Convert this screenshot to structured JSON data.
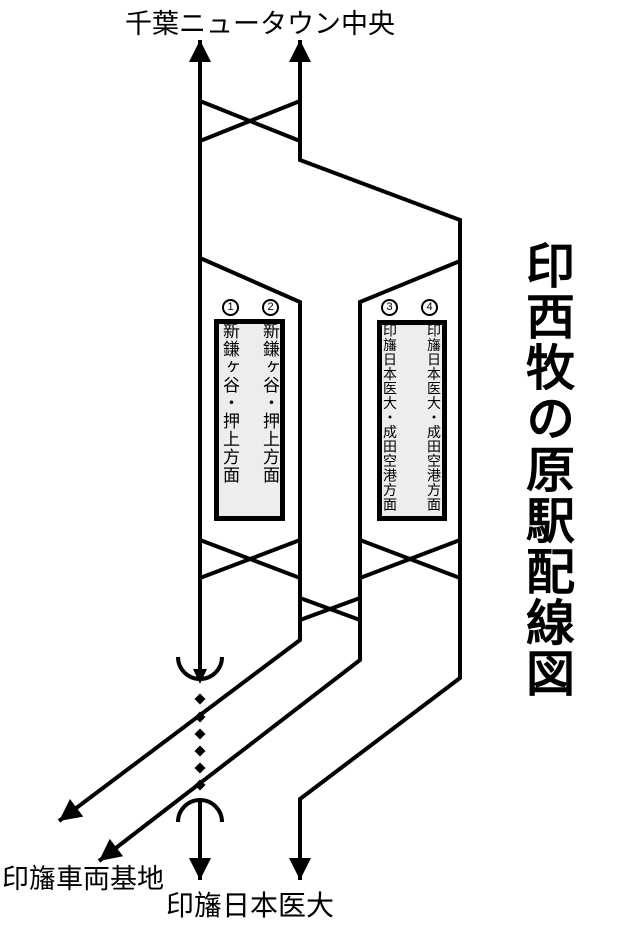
{
  "diagram": {
    "title": "印西牧の原駅配線図",
    "stations": {
      "top": "千葉ニュータウン中央",
      "bottom": "印旛日本医大",
      "depot": "印旛車両基地"
    },
    "platforms": {
      "left": {
        "badge_1": "1",
        "badge_2": "2",
        "column_1": "新鎌ヶ谷・押上方面",
        "column_2": "新鎌ヶ谷・押上方面"
      },
      "right": {
        "badge_1": "3",
        "badge_2": "4",
        "column_1": "印旛日本医大・成田空港方面",
        "column_2": "印旛日本医大・成田空港方面"
      }
    },
    "colors": {
      "line": "#000000",
      "platform_fill": "#ededed",
      "background": "#ffffff"
    }
  }
}
